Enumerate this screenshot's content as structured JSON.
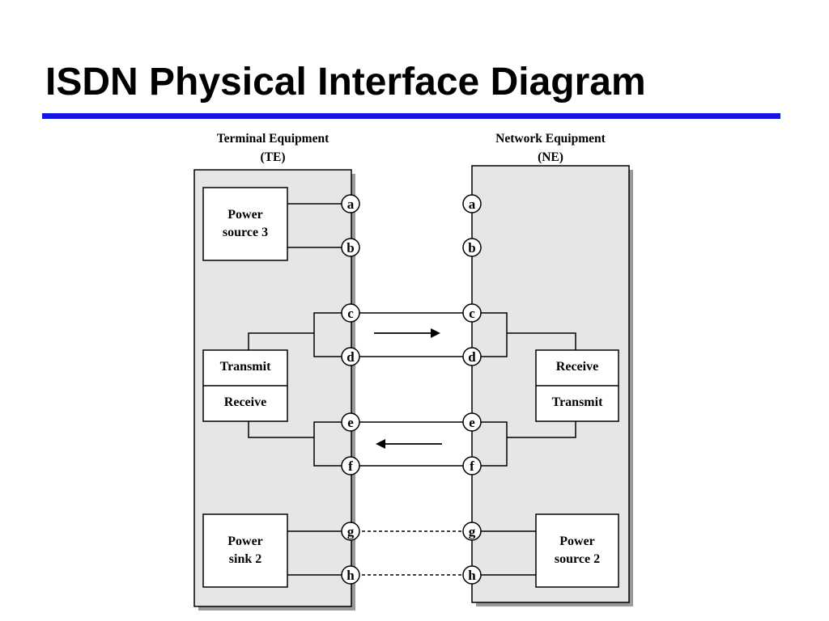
{
  "slide": {
    "title": "ISDN Physical Interface Diagram"
  },
  "te": {
    "heading": "Terminal Equipment",
    "abbrev": "(TE)"
  },
  "ne": {
    "heading": "Network Equipment",
    "abbrev": "(NE)"
  },
  "te_boxes": {
    "power_source_3": [
      "Power",
      "source 3"
    ],
    "transmit": "Transmit",
    "receive": "Receive",
    "power_sink_2": [
      "Power",
      "sink 2"
    ]
  },
  "ne_boxes": {
    "receive": "Receive",
    "transmit": "Transmit",
    "power_source_2": [
      "Power",
      "source 2"
    ]
  },
  "pins": [
    "a",
    "b",
    "c",
    "d",
    "e",
    "f",
    "g",
    "h"
  ],
  "colors": {
    "title_rule": "#1414e6",
    "panel_fill": "#e6e6e6",
    "panel_shadow": "#9a9a9a"
  }
}
